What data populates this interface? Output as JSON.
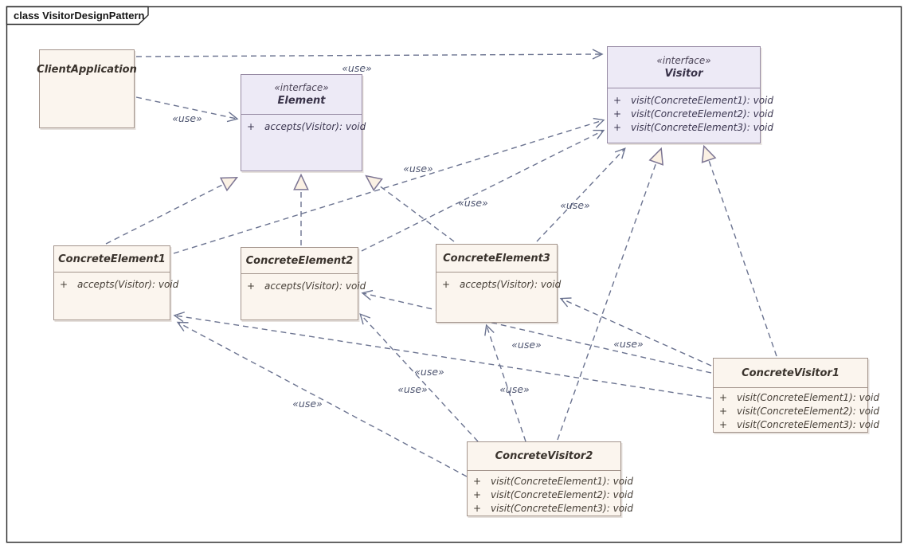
{
  "frame": {
    "title": "class VisitorDesignPattern"
  },
  "labels": {
    "use": "«use»"
  },
  "misc": {
    "plus": "+"
  },
  "classes": {
    "client_application": {
      "name": "ClientApplication"
    },
    "element": {
      "stereotype": "«interface»",
      "name": "Element",
      "methods": [
        "accepts(Visitor): void"
      ]
    },
    "visitor": {
      "stereotype": "«interface»",
      "name": "Visitor",
      "methods": [
        "visit(ConcreteElement1): void",
        "visit(ConcreteElement2): void",
        "visit(ConcreteElement3): void"
      ]
    },
    "concrete_element1": {
      "name": "ConcreteElement1",
      "methods": [
        "accepts(Visitor): void"
      ]
    },
    "concrete_element2": {
      "name": "ConcreteElement2",
      "methods": [
        "accepts(Visitor): void"
      ]
    },
    "concrete_element3": {
      "name": "ConcreteElement3",
      "methods": [
        "accepts(Visitor): void"
      ]
    },
    "concrete_visitor1": {
      "name": "ConcreteVisitor1",
      "methods": [
        "visit(ConcreteElement1): void",
        "visit(ConcreteElement2): void",
        "visit(ConcreteElement3): void"
      ]
    },
    "concrete_visitor2": {
      "name": "ConcreteVisitor2",
      "methods": [
        "visit(ConcreteElement1): void",
        "visit(ConcreteElement2): void",
        "visit(ConcreteElement3): void"
      ]
    }
  },
  "colors": {
    "interface_fill": "#edeaf6",
    "class_fill": "#fbf5ee",
    "class_border": "#a3948c",
    "interface_border": "#978ba4",
    "connector": "#6b7390",
    "frame_border": "#2b2b2b"
  }
}
